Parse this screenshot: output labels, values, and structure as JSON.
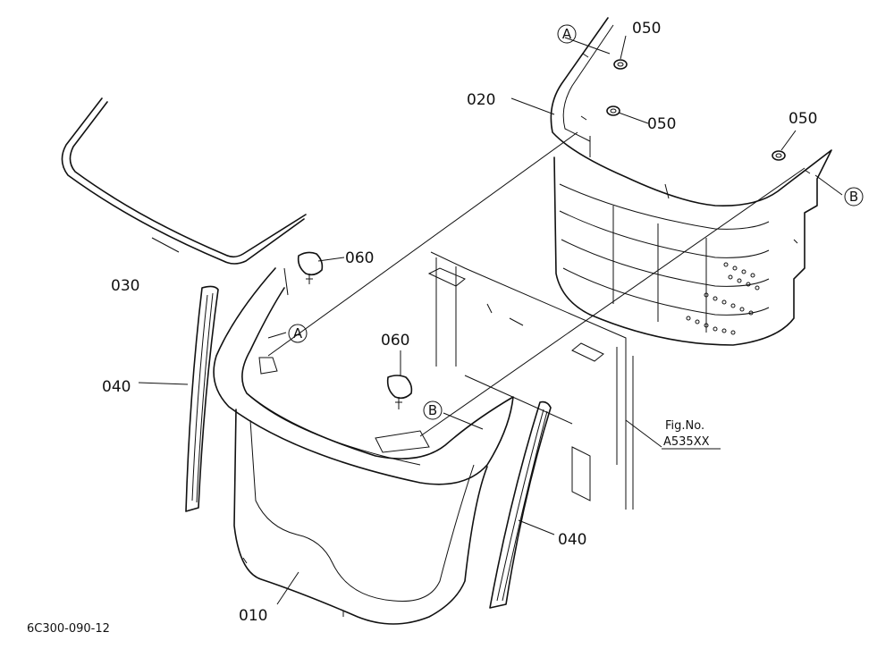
{
  "callouts": {
    "p010": "010",
    "p020": "020",
    "p030": "030",
    "p040_left": "040",
    "p040_right": "040",
    "p050_top": "050",
    "p050_mid": "050",
    "p050_right": "050",
    "p060_left": "060",
    "p060_center": "060"
  },
  "markers": {
    "a_lower": "A",
    "a_upper": "A",
    "b_lower": "B",
    "b_upper": "B"
  },
  "fig_ref": {
    "label": "Fig.No.",
    "number": "A535XX"
  },
  "drawing_code": "6C300-090-12"
}
